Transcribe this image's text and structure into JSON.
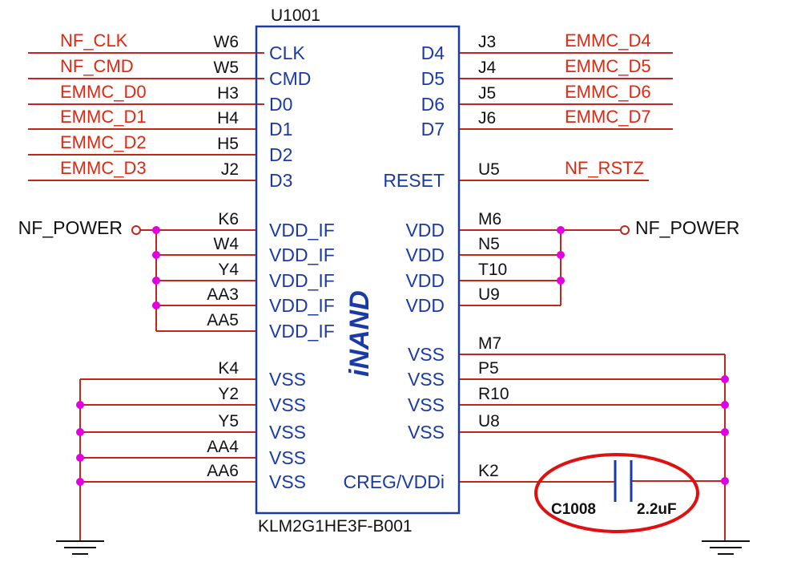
{
  "component": {
    "refdes": "U1001",
    "part_number": "KLM2G1HE3F-B001",
    "brand_label": "iNAND"
  },
  "left_pins": [
    {
      "pin": "W6",
      "name": "CLK",
      "net": "NF_CLK"
    },
    {
      "pin": "W5",
      "name": "CMD",
      "net": "NF_CMD"
    },
    {
      "pin": "H3",
      "name": "D0",
      "net": "EMMC_D0"
    },
    {
      "pin": "H4",
      "name": "D1",
      "net": "EMMC_D1"
    },
    {
      "pin": "H5",
      "name": "D2",
      "net": "EMMC_D2"
    },
    {
      "pin": "J2",
      "name": "D3",
      "net": "EMMC_D3"
    },
    {
      "pin": "K6",
      "name": "VDD_IF",
      "net": ""
    },
    {
      "pin": "W4",
      "name": "VDD_IF",
      "net": ""
    },
    {
      "pin": "Y4",
      "name": "VDD_IF",
      "net": ""
    },
    {
      "pin": "AA3",
      "name": "VDD_IF",
      "net": ""
    },
    {
      "pin": "AA5",
      "name": "VDD_IF",
      "net": ""
    },
    {
      "pin": "K4",
      "name": "VSS",
      "net": ""
    },
    {
      "pin": "Y2",
      "name": "VSS",
      "net": ""
    },
    {
      "pin": "Y5",
      "name": "VSS",
      "net": ""
    },
    {
      "pin": "AA4",
      "name": "VSS",
      "net": ""
    },
    {
      "pin": "AA6",
      "name": "VSS",
      "net": ""
    }
  ],
  "right_pins": [
    {
      "pin": "J3",
      "name": "D4",
      "net": "EMMC_D4"
    },
    {
      "pin": "J4",
      "name": "D5",
      "net": "EMMC_D5"
    },
    {
      "pin": "J5",
      "name": "D6",
      "net": "EMMC_D6"
    },
    {
      "pin": "J6",
      "name": "D7",
      "net": "EMMC_D7"
    },
    {
      "pin": "U5",
      "name": "RESET",
      "net": "NF_RSTZ"
    },
    {
      "pin": "M6",
      "name": "VDD",
      "net": ""
    },
    {
      "pin": "N5",
      "name": "VDD",
      "net": ""
    },
    {
      "pin": "T10",
      "name": "VDD",
      "net": ""
    },
    {
      "pin": "U9",
      "name": "VDD",
      "net": ""
    },
    {
      "pin": "M7",
      "name": "VSS",
      "net": ""
    },
    {
      "pin": "P5",
      "name": "VSS",
      "net": ""
    },
    {
      "pin": "R10",
      "name": "VSS",
      "net": ""
    },
    {
      "pin": "U8",
      "name": "VSS",
      "net": ""
    },
    {
      "pin": "K2",
      "name": "CREG/VDDi",
      "net": ""
    }
  ],
  "power_ports": {
    "left": "NF_POWER",
    "right": "NF_POWER"
  },
  "capacitor": {
    "refdes": "C1008",
    "value": "2.2uF"
  },
  "colors": {
    "wire": "#c0281e",
    "body": "#1a3aa8",
    "net_label": "#e02810",
    "text": "#111111",
    "dot": "#e000e0",
    "highlight": "#e01010"
  }
}
